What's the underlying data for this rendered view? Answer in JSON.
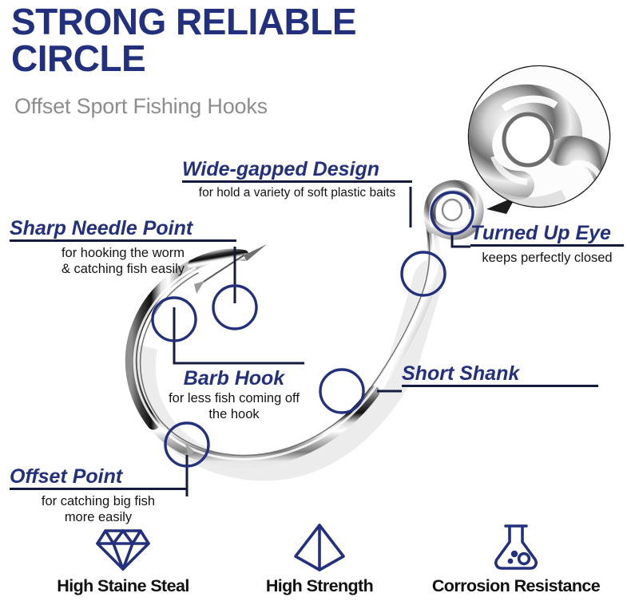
{
  "header": {
    "title": "STRONG RELIABLE\nCIRCLE",
    "subtitle": "Offset Sport Fishing Hooks"
  },
  "colors": {
    "navy": "#23307e",
    "rule_navy": "#151b3d",
    "subtitle_gray": "#8d8d8d",
    "body_text": "#141414",
    "background": "#ffffff"
  },
  "callouts": [
    {
      "id": "sharp-needle-point",
      "label": "Sharp Needle Point",
      "description": "for hooking the worm\n& catching fish easily"
    },
    {
      "id": "wide-gapped-design",
      "label": "Wide-gapped Design",
      "description": "for hold a variety of soft plastic baits"
    },
    {
      "id": "turned-up-eye",
      "label": "Turned Up Eye",
      "description": "keeps perfectly closed"
    },
    {
      "id": "barb-hook",
      "label": "Barb Hook",
      "description": "for less fish coming off\nthe hook"
    },
    {
      "id": "short-shank",
      "label": "Short Shank",
      "description": ""
    },
    {
      "id": "offset-point",
      "label": "Offset Point",
      "description": "for catching big fish\nmore easily"
    }
  ],
  "product": {
    "inset_label": "turned-up-eye-closeup",
    "hook_label": "circle-fishing-hook"
  },
  "features": [
    {
      "icon": "diamond-icon",
      "name": "High Staine Steal"
    },
    {
      "icon": "pyramid-icon",
      "name": "High Strength"
    },
    {
      "icon": "flask-icon",
      "name": "Corrosion Resistance"
    }
  ]
}
